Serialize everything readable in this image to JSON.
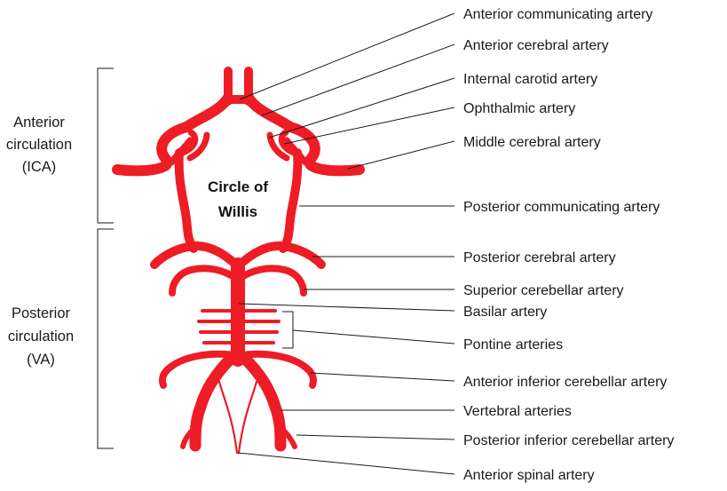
{
  "colors": {
    "artery": "#ee1c25",
    "text": "#1a1a1a"
  },
  "center_label": [
    "Circle of",
    "Willis"
  ],
  "sections": [
    {
      "id": "anterior",
      "lines": [
        "Anterior",
        "circulation",
        "(ICA)"
      ]
    },
    {
      "id": "posterior",
      "lines": [
        "Posterior",
        "circulation",
        "(VA)"
      ]
    }
  ],
  "labels": [
    {
      "id": "anterior-communicating-artery",
      "text": "Anterior communicating artery"
    },
    {
      "id": "anterior-cerebral-artery",
      "text": "Anterior cerebral artery"
    },
    {
      "id": "internal-carotid-artery",
      "text": "Internal carotid artery"
    },
    {
      "id": "ophthalmic-artery",
      "text": "Ophthalmic artery"
    },
    {
      "id": "middle-cerebral-artery",
      "text": "Middle cerebral artery"
    },
    {
      "id": "posterior-communicating-artery",
      "text": "Posterior communicating artery"
    },
    {
      "id": "posterior-cerebral-artery",
      "text": "Posterior cerebral artery"
    },
    {
      "id": "superior-cerebellar-artery",
      "text": "Superior cerebellar artery"
    },
    {
      "id": "basilar-artery",
      "text": "Basilar artery"
    },
    {
      "id": "pontine-arteries",
      "text": "Pontine arteries"
    },
    {
      "id": "anterior-inferior-cerebellar-artery",
      "text": "Anterior inferior cerebellar artery"
    },
    {
      "id": "vertebral-arteries",
      "text": "Vertebral arteries"
    },
    {
      "id": "posterior-inferior-cerebellar-artery",
      "text": "Posterior inferior cerebellar artery"
    },
    {
      "id": "anterior-spinal-artery",
      "text": "Anterior spinal artery"
    }
  ]
}
